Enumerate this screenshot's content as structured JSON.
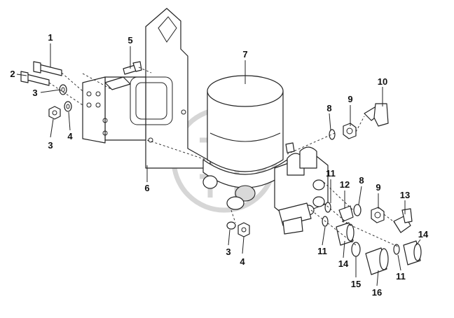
{
  "callouts": [
    {
      "id": "1",
      "label": "1"
    },
    {
      "id": "2",
      "label": "2"
    },
    {
      "id": "3a",
      "label": "3"
    },
    {
      "id": "3b",
      "label": "3"
    },
    {
      "id": "4a",
      "label": "4"
    },
    {
      "id": "5",
      "label": "5"
    },
    {
      "id": "6",
      "label": "6"
    },
    {
      "id": "7",
      "label": "7"
    },
    {
      "id": "8a",
      "label": "8"
    },
    {
      "id": "9a",
      "label": "9"
    },
    {
      "id": "10",
      "label": "10"
    },
    {
      "id": "11a",
      "label": "11"
    },
    {
      "id": "12",
      "label": "12"
    },
    {
      "id": "8b",
      "label": "8"
    },
    {
      "id": "9b",
      "label": "9"
    },
    {
      "id": "13",
      "label": "13"
    },
    {
      "id": "14a",
      "label": "14"
    },
    {
      "id": "11b",
      "label": "11"
    },
    {
      "id": "14b",
      "label": "14"
    },
    {
      "id": "11c",
      "label": "11"
    },
    {
      "id": "3c",
      "label": "3"
    },
    {
      "id": "4b",
      "label": "4"
    },
    {
      "id": "15",
      "label": "15"
    },
    {
      "id": "16",
      "label": "16"
    }
  ]
}
